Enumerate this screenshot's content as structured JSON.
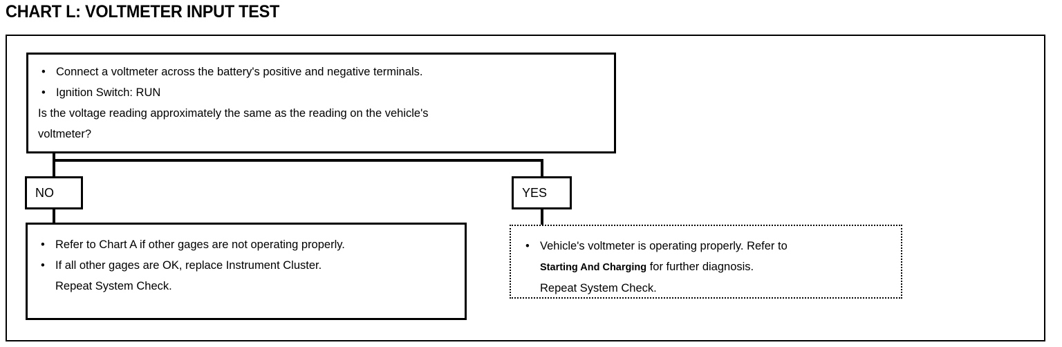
{
  "title": "CHART L: VOLTMETER INPUT TEST",
  "decision": {
    "bullets": [
      "Connect a voltmeter across the battery's positive and negative terminals.",
      "Ignition Switch: RUN"
    ],
    "question_line_1": "Is the voltage reading approximately the same as the reading on the vehicle's",
    "question_line_2": "voltmeter?"
  },
  "branches": {
    "no_label": "NO",
    "yes_label": "YES"
  },
  "no_result": {
    "bullet_1": "Refer to Chart A if other gages are not operating properly.",
    "bullet_2": "If all other gages are OK, replace Instrument Cluster.",
    "bullet_2_cont": "Repeat System Check."
  },
  "yes_result": {
    "bullet_1_part_1": "Vehicle's voltmeter is operating properly.  Refer to",
    "bullet_1_emphasis": "Starting  And Charging",
    "bullet_1_part_2": " for further diagnosis.",
    "bullet_1_cont": "Repeat System Check."
  },
  "symbols": {
    "bullet": "•"
  },
  "colors": {
    "ink": "#000000",
    "paper": "#ffffff"
  }
}
